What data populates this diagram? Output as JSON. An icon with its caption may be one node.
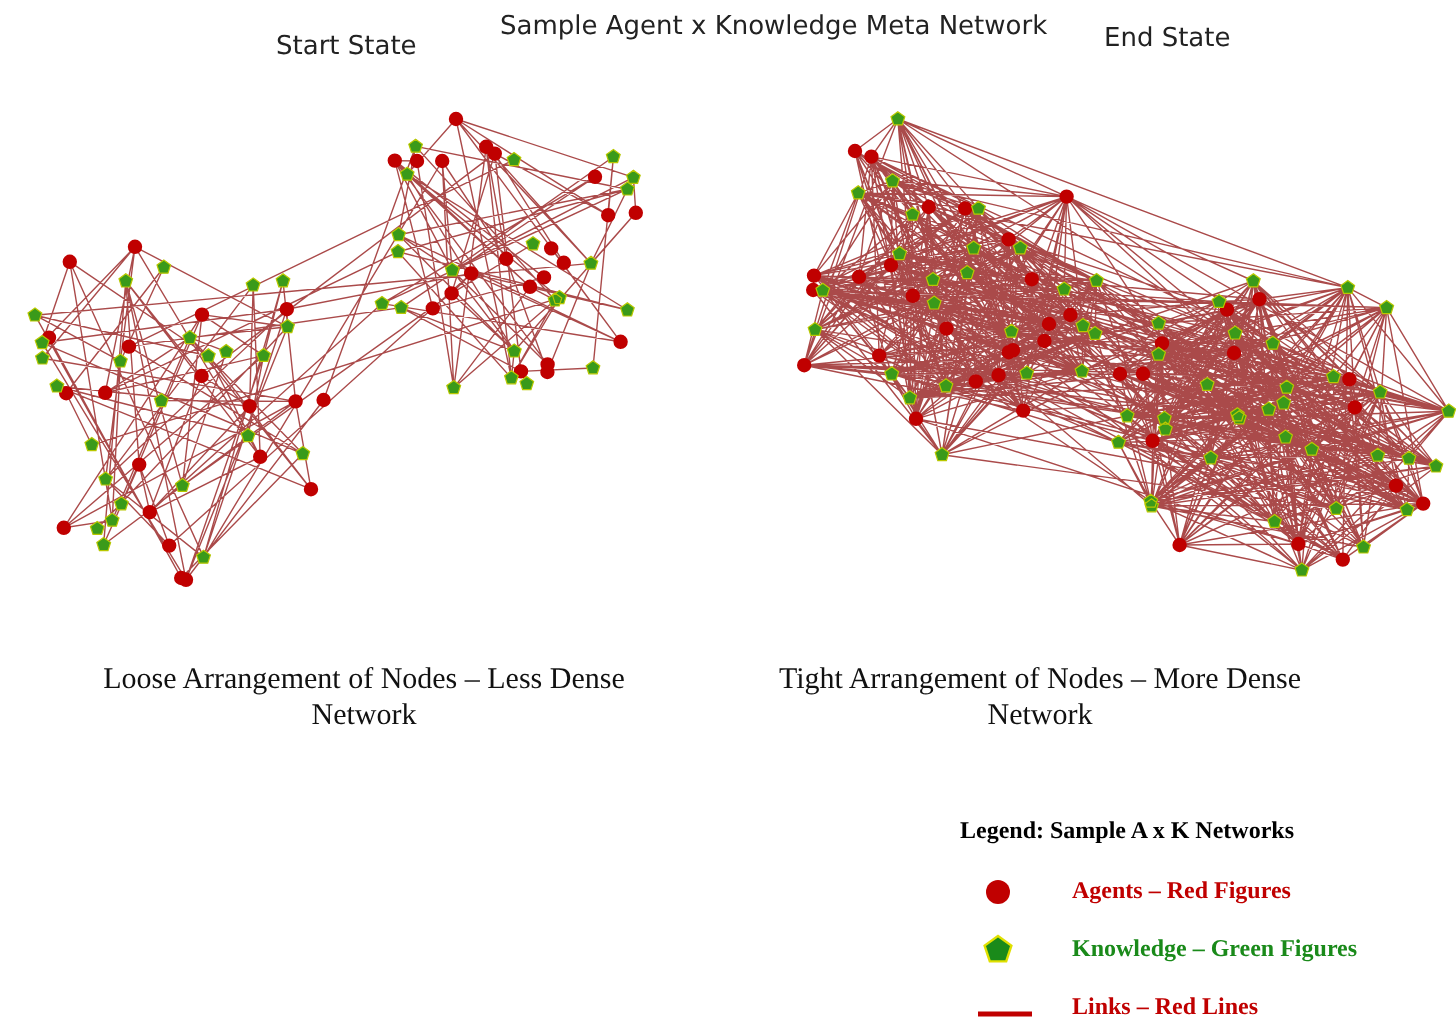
{
  "diagram": {
    "title": "Sample Agent x Knowledge Meta Network",
    "labels": [
      "Start State",
      "End State",
      "Loose Arrangement of Nodes – Less Dense Network",
      "Tight Arrangement of Nodes – More Dense Network",
      "Legend: Sample A x K Networks"
    ],
    "legend": [
      {
        "text": "Agents – Red Figures"
      },
      {
        "text": "Knowledge – Green Figures"
      },
      {
        "text": "Links – Red Lines"
      }
    ]
  }
}
